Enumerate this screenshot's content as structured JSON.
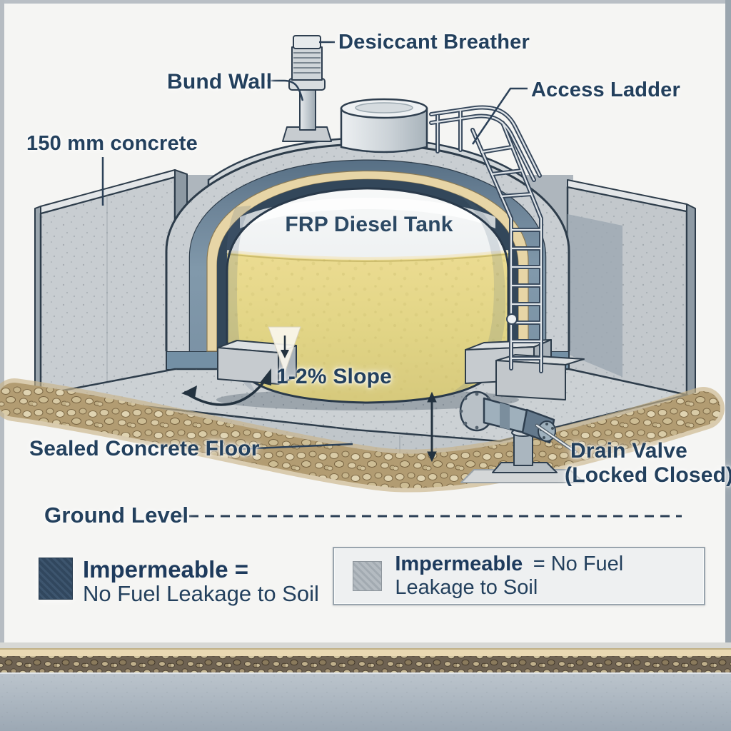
{
  "labels": {
    "desiccant_breather": "Desiccant Breather",
    "bund_wall": "Bund Wall",
    "concrete_thickness": "150 mm concrete",
    "access_ladder": "Access Ladder",
    "tank": "FRP Diesel Tank",
    "slope": "1-2% Slope",
    "sealed_floor": "Sealed Concrete Floor",
    "drain_valve": "Drain Valve",
    "drain_valve_state": "(Locked Closed)",
    "ground_level": "Ground Level"
  },
  "legend_left": {
    "term": "Impermeable =",
    "definition": "No Fuel Leakage to Soil"
  },
  "legend_right": {
    "term": "Impermeable",
    "definition": "= No Fuel Leakage to Soil"
  },
  "colors": {
    "label_text": "#23405d",
    "concrete": "#ccd1d4",
    "concrete_shadow": "#9aa6b0",
    "steel_blue_liner": "#7e95a8",
    "cream_liner": "#e7d5a6",
    "fuel_yellow": "#e5d88c",
    "tank_white": "#f2f4f5",
    "gravel_tan": "#c3a878",
    "outline": "#2d3c4a",
    "legend_dark_swatch": "#34495e",
    "legend_gray_swatch": "#b3bac0",
    "ground_floor_grey": "#aab4bf"
  }
}
